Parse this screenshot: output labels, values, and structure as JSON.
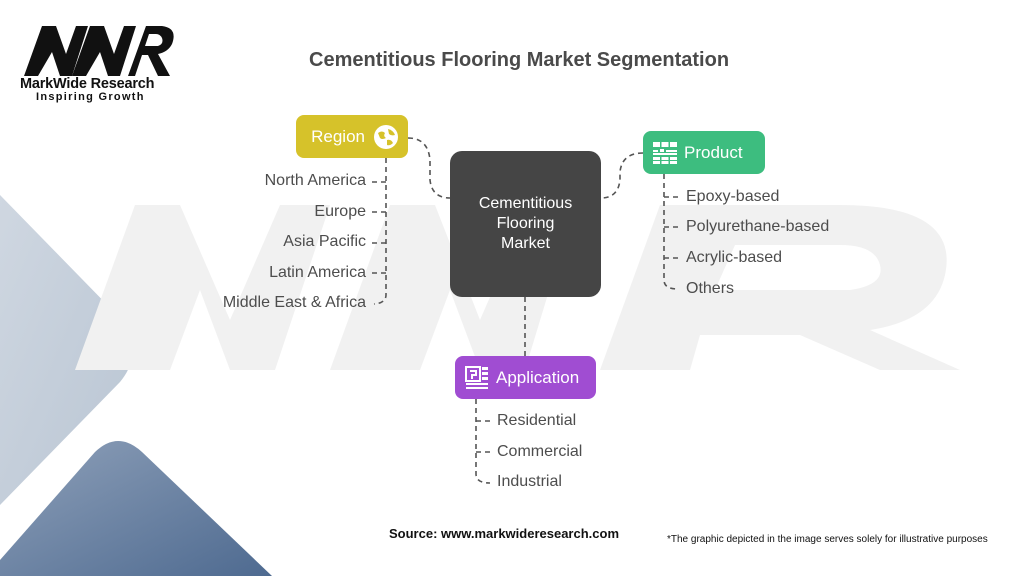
{
  "logo": {
    "mark": "MWR",
    "name": "MarkWide Research",
    "tagline": "Inspiring Growth"
  },
  "title": "Cementitious Flooring Market Segmentation",
  "center": {
    "label": "Cementitious Flooring Market"
  },
  "segments": {
    "region": {
      "label": "Region",
      "icon": "globe-icon",
      "color": "#d6c22a",
      "items": [
        "North America",
        "Europe",
        "Asia Pacific",
        "Latin America",
        "Middle East & Africa"
      ]
    },
    "product": {
      "label": "Product",
      "icon": "flooring-tiles-icon",
      "color": "#3dbd7f",
      "items": [
        "Epoxy-based",
        "Polyurethane-based",
        "Acrylic-based",
        "Others"
      ]
    },
    "application": {
      "label": "Application",
      "icon": "building-application-icon",
      "color": "#a04dd2",
      "items": [
        "Residential",
        "Commercial",
        "Industrial"
      ]
    }
  },
  "colors": {
    "center_box": "#454545",
    "text": "#4d4d4d",
    "connector": "#555555"
  },
  "footer": {
    "source": "Source: www.markwideresearch.com",
    "disclaimer": "*The graphic depicted in the image serves solely for illustrative purposes"
  }
}
